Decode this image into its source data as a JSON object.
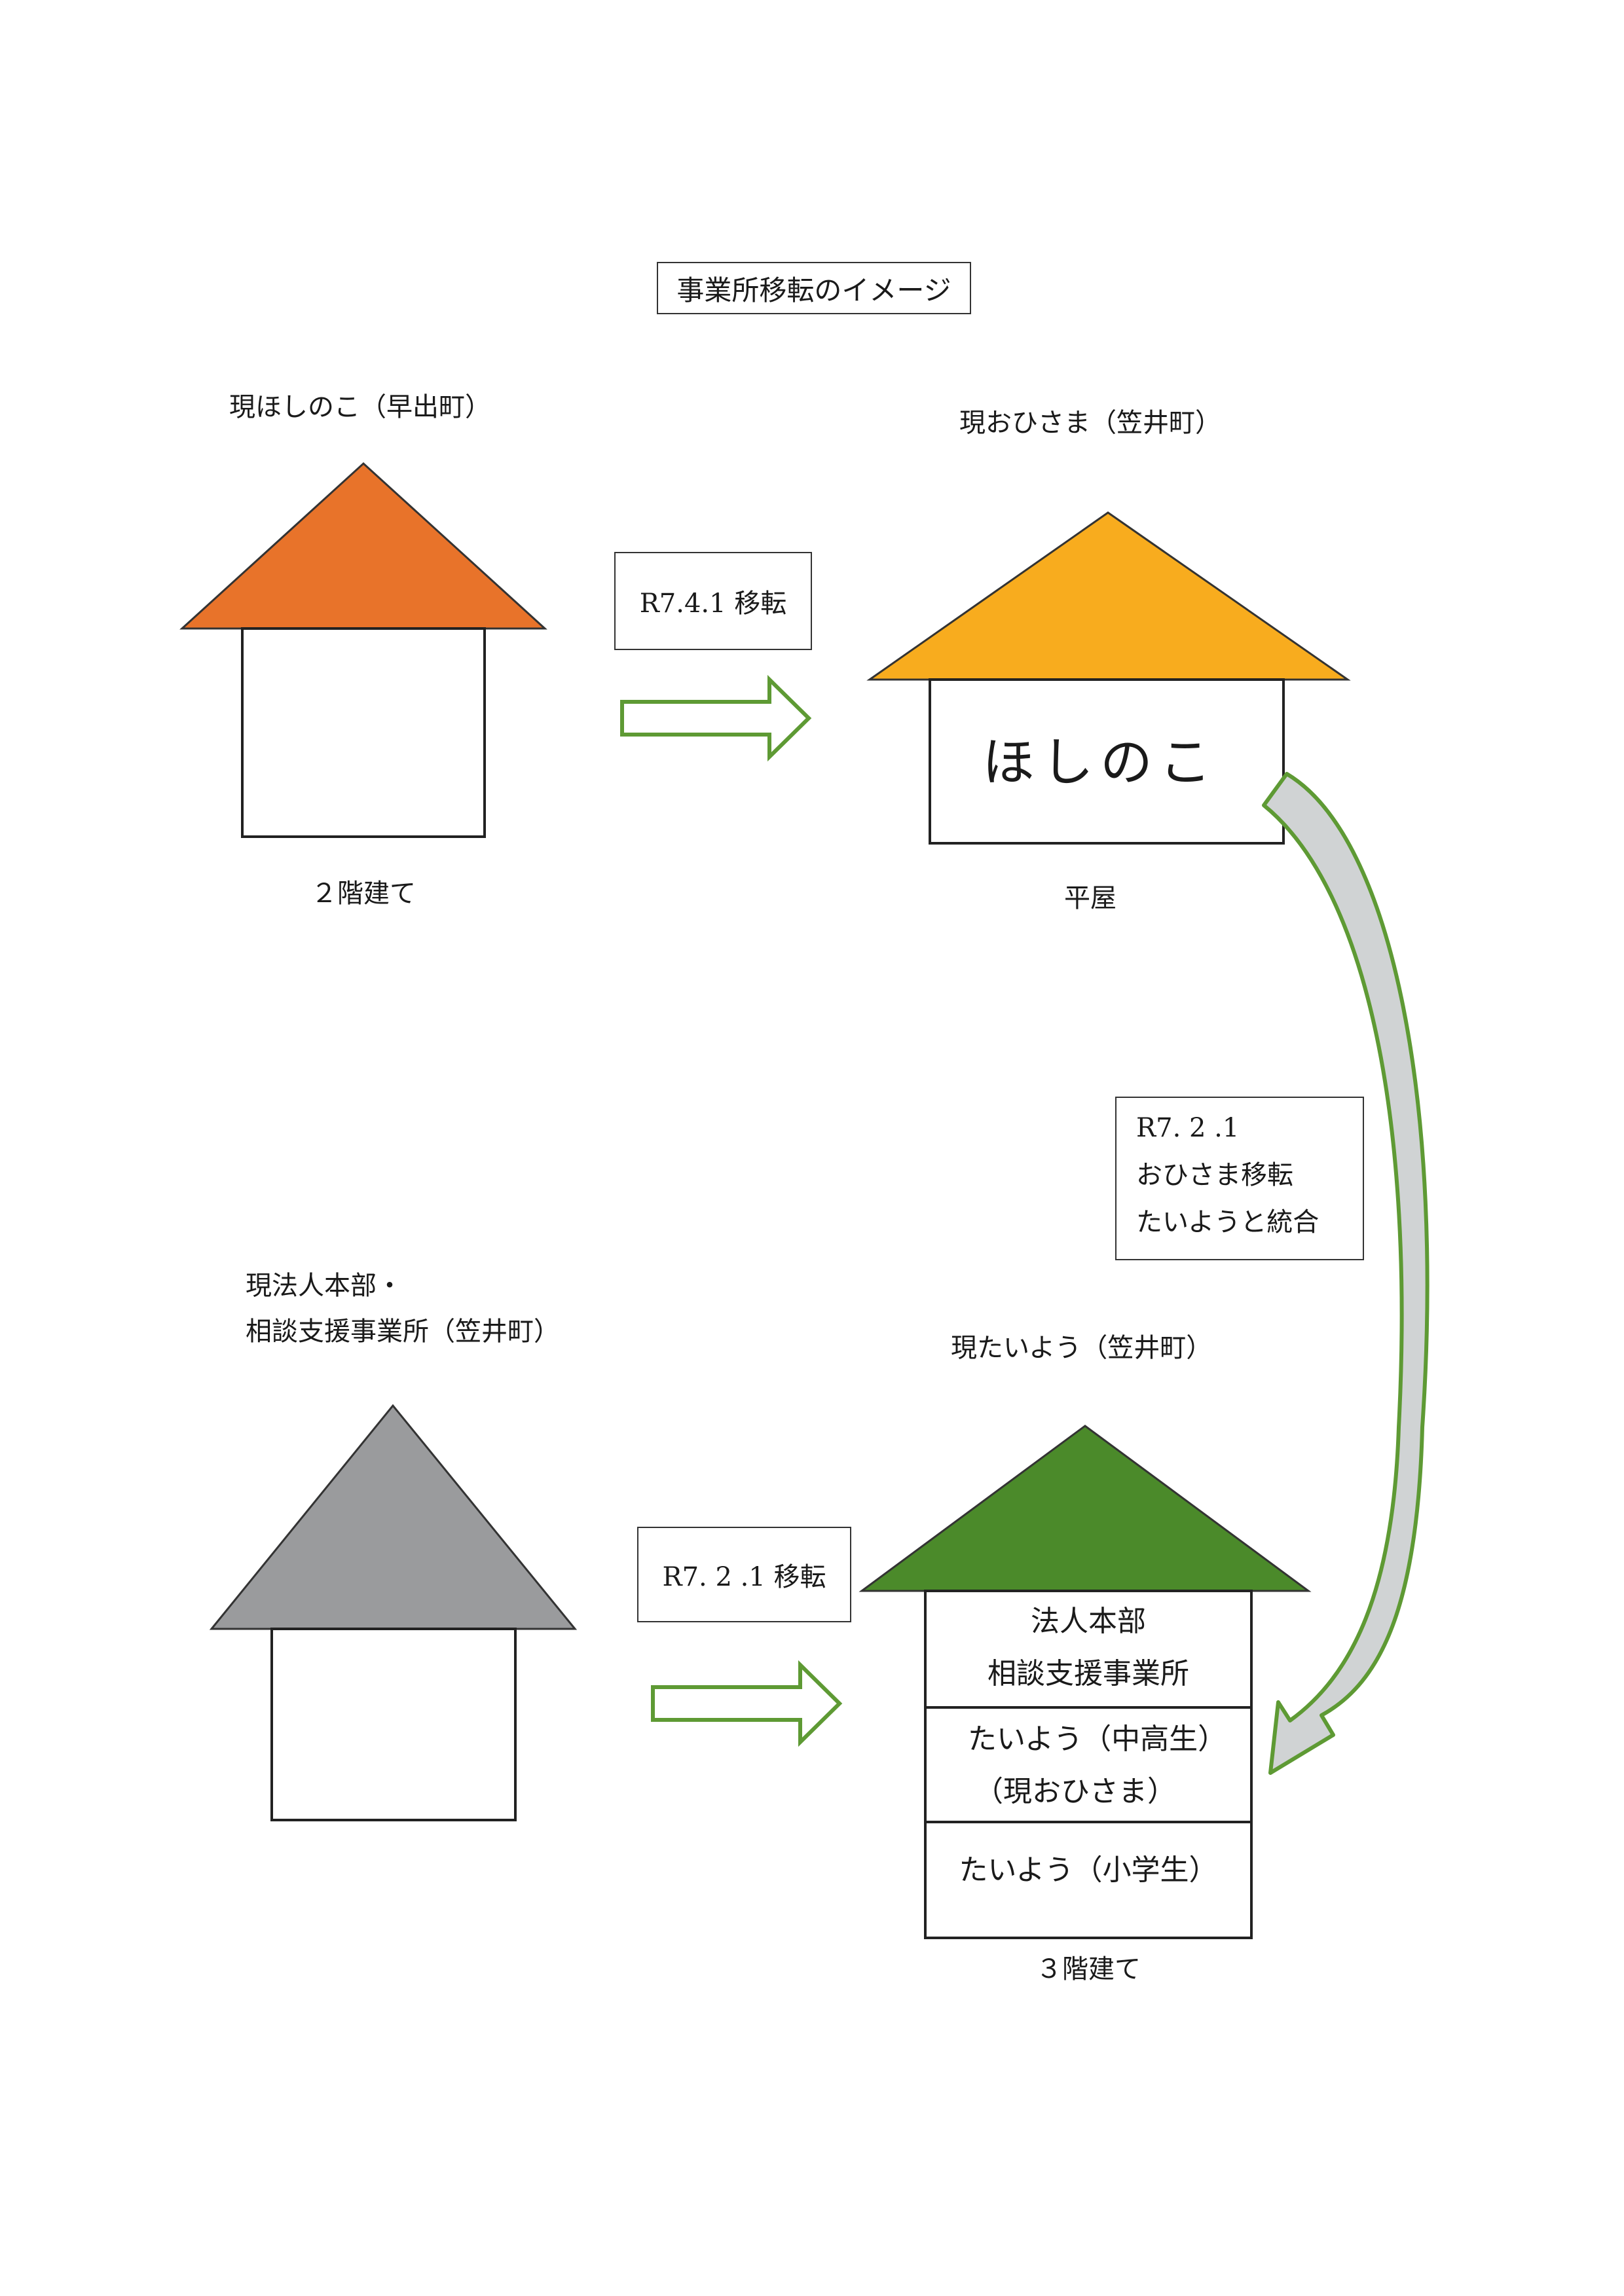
{
  "title": "事業所移転のイメージ",
  "houses": {
    "top_left": {
      "label": "現ほしのこ（早出町）",
      "floors_label": "２階建て",
      "roof_color": "#E8732A"
    },
    "top_right": {
      "label": "現おひさま（笠井町）",
      "inside_text": "ほしのこ",
      "floors_label": "平屋",
      "roof_color": "#F8AC1E"
    },
    "bottom_left": {
      "label_line1": "現法人本部・",
      "label_line2": "相談支援事業所（笠井町）",
      "roof_color": "#9A9B9D"
    },
    "bottom_right": {
      "label": "現たいよう（笠井町）",
      "floor_top_line1": "法人本部",
      "floor_top_line2": "相談支援事業所",
      "floor_middle_line1": "たいよう（中高生）",
      "floor_middle_line2": "（現おひさま）",
      "floor_bottom": "たいよう（小学生）",
      "floors_label": "３階建て",
      "roof_color": "#4B8A2A"
    }
  },
  "arrows": {
    "top_move": {
      "label": "R7.4.1 移転"
    },
    "bottom_move": {
      "label": "R7. 2 .1 移転"
    },
    "curve_move": {
      "line1": "R7. 2 .1",
      "line2": "おひさま移転",
      "line3": "たいようと統合"
    },
    "outline_color": "#5E9A34",
    "curve_fill": "#D0D3D4"
  }
}
